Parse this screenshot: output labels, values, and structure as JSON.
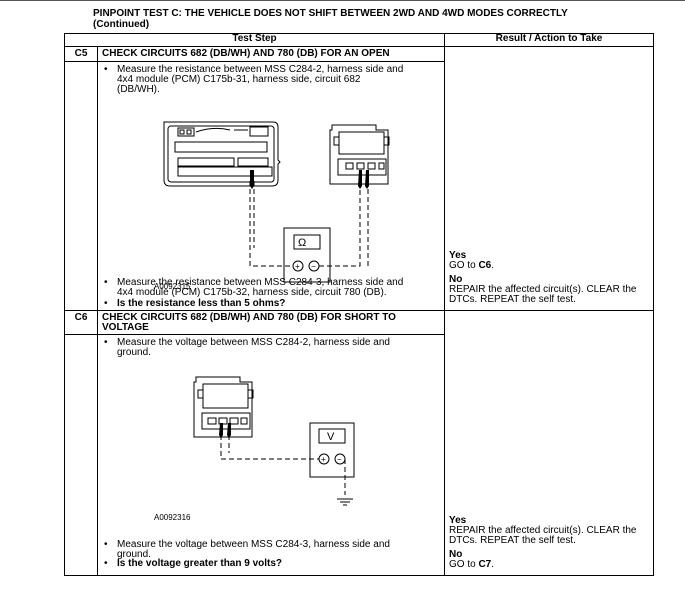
{
  "page_title_line1": "PINPOINT TEST C: THE VEHICLE DOES NOT SHIFT BETWEEN 2WD AND 4WD MODES CORRECTLY",
  "page_title_line2": "(Continued)",
  "columns": {
    "test_step": "Test Step",
    "result": "Result / Action to Take"
  },
  "steps": [
    {
      "id": "C5",
      "title": "CHECK CIRCUITS 682 (DB/WH) AND 780 (DB) FOR AN OPEN",
      "bullet1": [
        "Measure the resistance between MSS C284-2, harness side and",
        "4x4 module (PCM) C175b-31, harness side, circuit 682",
        "(DB/WH)."
      ],
      "figure_id": "A0092315",
      "meter_symbol": "Ω",
      "bullet2": [
        "Measure the resistance between MSS C284-3, harness side and",
        "4x4 module (PCM) C175b-32, harness side, circuit 780 (DB)."
      ],
      "question": "Is the resistance less than 5 ohms?",
      "results": {
        "yes_label": "Yes",
        "yes_prefix": "GO to ",
        "yes_target": "C6",
        "yes_suffix": ".",
        "no_label": "No",
        "no_text": [
          "REPAIR the affected circuit(s). CLEAR the",
          "DTCs. REPEAT the self test."
        ]
      }
    },
    {
      "id": "C6",
      "title": [
        "CHECK CIRCUITS 682 (DB/WH) AND 780 (DB) FOR SHORT TO",
        "VOLTAGE"
      ],
      "bullet1": [
        "Measure the voltage between MSS C284-2, harness side and",
        "ground."
      ],
      "figure_id": "A0092316",
      "meter_symbol": "V",
      "bullet2": [
        "Measure the voltage between MSS C284-3, harness side and",
        "ground."
      ],
      "question": "Is the voltage greater than 9 volts?",
      "results": {
        "yes_label": "Yes",
        "yes_text": [
          "REPAIR the affected circuit(s). CLEAR the",
          "DTCs. REPEAT the self test."
        ],
        "no_label": "No",
        "no_prefix": "GO to ",
        "no_target": "C7",
        "no_suffix": "."
      }
    }
  ]
}
